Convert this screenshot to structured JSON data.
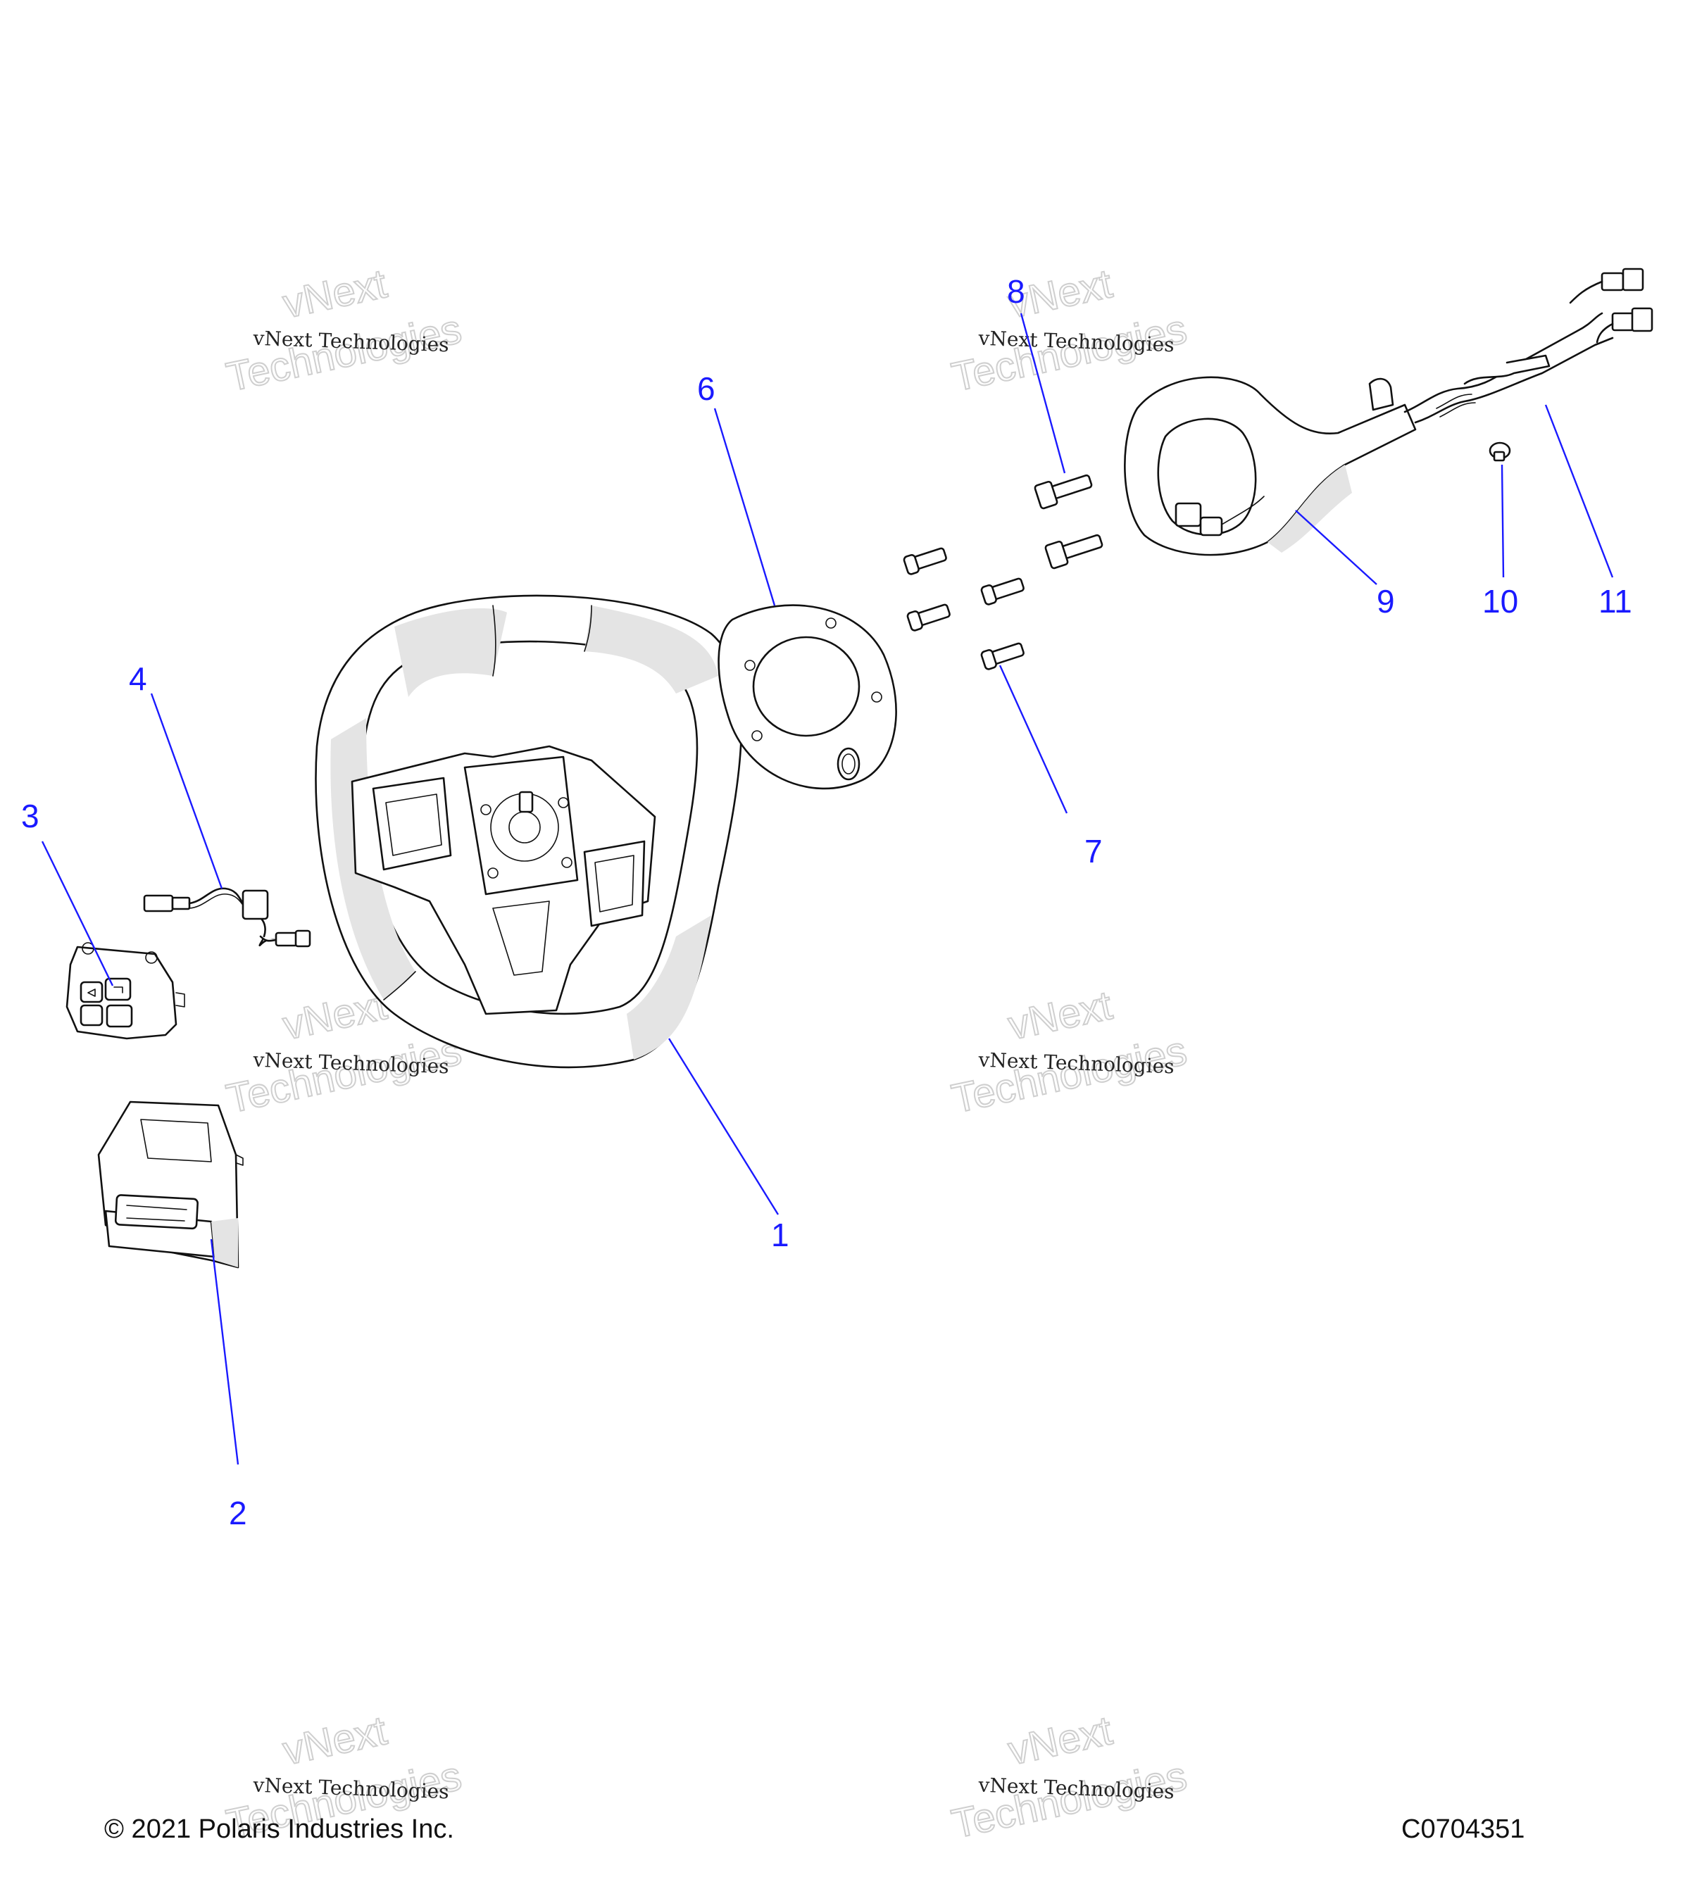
{
  "callouts": [
    "1",
    "2",
    "3",
    "4",
    "6",
    "7",
    "8",
    "9",
    "10",
    "11"
  ],
  "watermark": {
    "line1": "vNext Technologies",
    "line2": "vNext",
    "line3": "Technologies"
  },
  "footer": {
    "copyright": "© 2021 Polaris Industries Inc.",
    "code": "C0704351"
  },
  "colors": {
    "callout": "#1a1aff",
    "line": "#111111",
    "shade": "#e4e4e4"
  }
}
